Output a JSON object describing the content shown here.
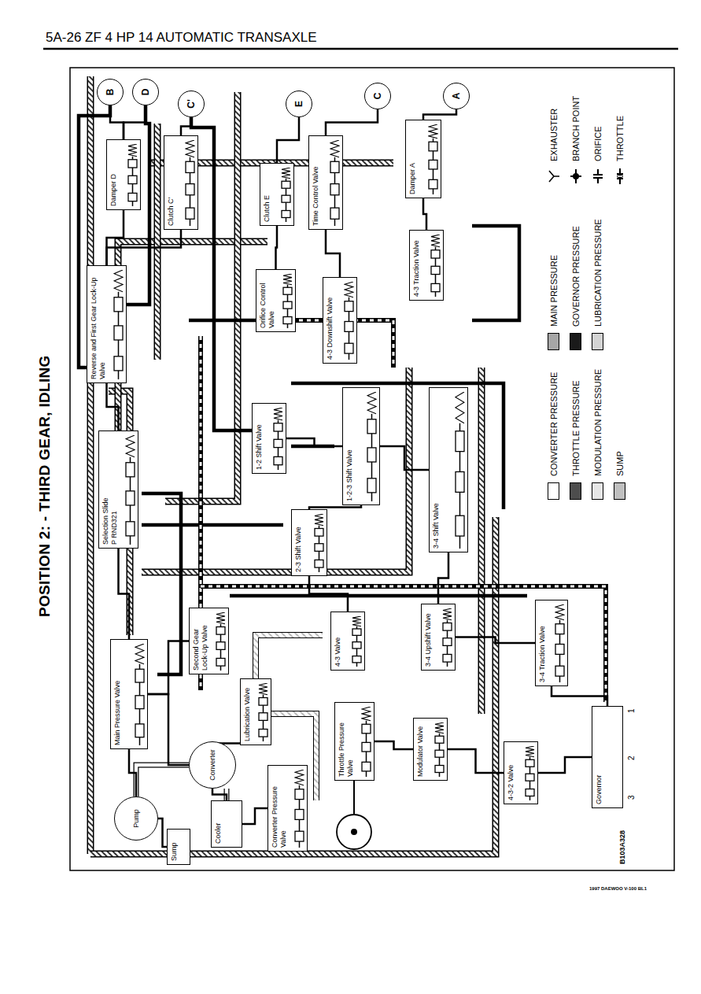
{
  "diagram": {
    "title": "POSITION 2: - THIRD GEAR, IDLING",
    "nodes": [
      {
        "text": [
          "B"
        ]
      },
      {
        "text": [
          "D"
        ]
      },
      {
        "text": [
          "C'"
        ]
      },
      {
        "text": [
          "E"
        ]
      },
      {
        "text": [
          "C"
        ]
      },
      {
        "text": [
          "A"
        ]
      },
      {
        "text": [
          "Damper D"
        ]
      },
      {
        "text": [
          "Clutch C'"
        ]
      },
      {
        "text": [
          "Clutch E"
        ]
      },
      {
        "text": [
          "Time Control Valve"
        ]
      },
      {
        "text": [
          "Damper A"
        ]
      },
      {
        "text": [
          "4-3 Traction Valve"
        ]
      },
      {
        "text": [
          "Orifice Control Valve"
        ]
      },
      {
        "text": [
          "4-3 Downshift Valve"
        ]
      },
      {
        "text": [
          "Reverse and First Gear Lock-Up Valve"
        ]
      },
      {
        "text": [
          "1-2 Shift Valve"
        ]
      },
      {
        "text": [
          "1-2-3 Shift Valve"
        ]
      },
      {
        "text": [
          "3-4 Shift Valve"
        ]
      },
      {
        "text": [
          "Selection Slide",
          "P RND321"
        ]
      },
      {
        "text": [
          "2-3 Shift Valve"
        ]
      },
      {
        "text": [
          "Main Pressure Valve"
        ]
      },
      {
        "text": [
          "Second Gear Lock-Up Valve"
        ]
      },
      {
        "text": [
          "4-3 Valve"
        ]
      },
      {
        "text": [
          "3-4 Upshift Valve"
        ]
      },
      {
        "text": [
          "3-4 Traction Valve"
        ]
      },
      {
        "text": [
          "Pump"
        ]
      },
      {
        "text": [
          "Converter"
        ]
      },
      {
        "text": [
          "Lubrication Valve"
        ]
      },
      {
        "text": [
          "Sump"
        ]
      },
      {
        "text": [
          "Cooler"
        ]
      },
      {
        "text": [
          "Converter Pressure Valve"
        ]
      },
      {
        "text": [
          "Throttle Pressure Valve"
        ]
      },
      {
        "text": [
          "Modulator Valve"
        ]
      },
      {
        "text": [
          "4-3-2 Valve"
        ]
      },
      {
        "text": [
          "Governor"
        ]
      }
    ],
    "edges": [
      {
        "from": 0,
        "to": 6,
        "arrow": "none"
      },
      {
        "from": 1,
        "to": 6,
        "arrow": "none"
      },
      {
        "from": 2,
        "to": 7,
        "arrow": "none"
      },
      {
        "from": 3,
        "to": 8,
        "arrow": "none"
      },
      {
        "from": 4,
        "to": 9,
        "arrow": "none"
      },
      {
        "from": 5,
        "to": 10,
        "arrow": "none"
      },
      {
        "from": 6,
        "to": 14,
        "arrow": "none"
      },
      {
        "from": 7,
        "to": 14,
        "arrow": "none"
      },
      {
        "from": 8,
        "to": 12,
        "arrow": "none"
      },
      {
        "from": 9,
        "to": 13,
        "arrow": "none"
      },
      {
        "from": 10,
        "to": 11,
        "arrow": "none"
      },
      {
        "from": 14,
        "to": 18,
        "arrow": "none"
      },
      {
        "from": 15,
        "to": 16,
        "arrow": "none"
      },
      {
        "from": 16,
        "to": 17,
        "arrow": "none"
      },
      {
        "from": 19,
        "to": 16,
        "arrow": "none"
      },
      {
        "from": 18,
        "to": 20,
        "arrow": "none"
      },
      {
        "from": 20,
        "to": 21,
        "arrow": "none"
      },
      {
        "from": 22,
        "to": 19,
        "arrow": "none"
      },
      {
        "from": 23,
        "to": 17,
        "arrow": "none"
      },
      {
        "from": 24,
        "to": 23,
        "arrow": "none"
      },
      {
        "from": 25,
        "to": 20,
        "arrow": "none"
      },
      {
        "from": 20,
        "to": 26,
        "arrow": "none"
      },
      {
        "from": 26,
        "to": 27,
        "arrow": "none"
      },
      {
        "from": 26,
        "to": 29,
        "arrow": "none"
      },
      {
        "from": 29,
        "to": 30,
        "arrow": "none"
      },
      {
        "from": 25,
        "to": 28,
        "arrow": "none"
      },
      {
        "from": 31,
        "to": 32,
        "arrow": "none"
      },
      {
        "from": 32,
        "to": 33,
        "arrow": "none"
      },
      {
        "from": 33,
        "to": 34,
        "arrow": "none"
      },
      {
        "from": 34,
        "to": 24,
        "arrow": "none"
      }
    ],
    "labels": [
      "5A-26 ZF 4 HP 14 AUTOMATIC TRANSAXLE",
      "1",
      "2",
      "3",
      "B103A328",
      "1997 DAEWOO V-100 BL1"
    ],
    "legend": [
      {
        "text": "CONVERTER PRESSURE",
        "color": "#ffffff"
      },
      {
        "text": "MAIN PRESSURE",
        "color": "#a6a6a6"
      },
      {
        "text": "EXHAUSTER"
      },
      {
        "text": "THROTTLE PRESSURE",
        "color": "#4d4d4d"
      },
      {
        "text": "GOVERNOR PRESSURE",
        "color": "#1a1a1a"
      },
      {
        "text": "BRANCH POINT"
      },
      {
        "text": "MODULATION PRESSURE",
        "color": "#e6e6e6"
      },
      {
        "text": "LUBRICATION PRESSURE",
        "color": "#d4d4d4"
      },
      {
        "text": "ORIFICE"
      },
      {
        "text": "SUMP",
        "color": "#bfbfbf"
      },
      {
        "text": "THROTTLE"
      }
    ]
  }
}
